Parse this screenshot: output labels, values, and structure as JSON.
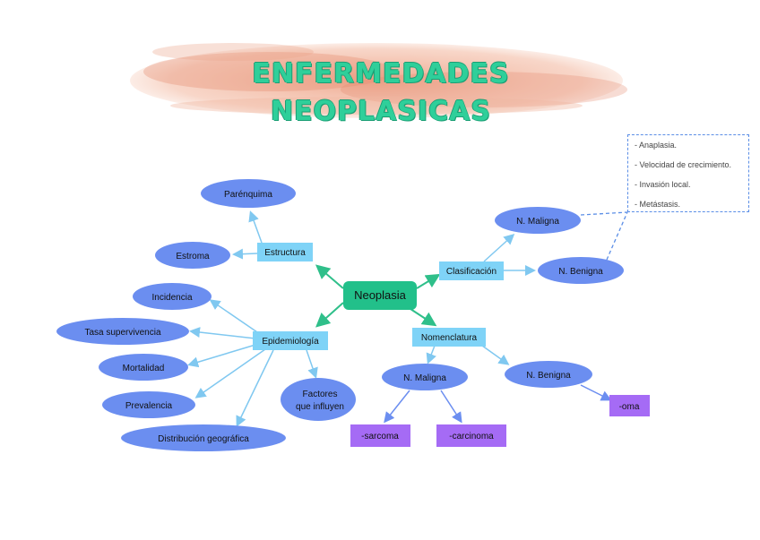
{
  "title": "ENFERMEDADES NEOPLASICAS",
  "center": "Neoplasia",
  "estructura": {
    "label": "Estructura",
    "children": [
      "Parénquima",
      "Estroma"
    ]
  },
  "epidemiologia": {
    "label": "Epidemiología",
    "children": [
      "Incidencia",
      "Tasa supervivencia",
      "Mortalidad",
      "Prevalencia",
      "Distribución geográfica",
      "Factores",
      "que influyen"
    ]
  },
  "clasificacion": {
    "label": "Clasificación",
    "children": [
      "N. Maligna",
      "N. Benigna"
    ],
    "criteria": [
      "- Anaplasia.",
      "- Velocidad de crecimiento.",
      "- Invasión local.",
      "- Metástasis."
    ]
  },
  "nomenclatura": {
    "label": "Nomenclatura",
    "maligna": "N. Maligna",
    "benigna": "N. Benigna",
    "suffixes": [
      "-sarcoma",
      "-carcinoma",
      "-oma"
    ]
  },
  "colors": {
    "center": "#22c08a",
    "rect": "#7fd3f7",
    "ellipse": "#6b8ef0",
    "suffix": "#a56bf5",
    "arrow_center": "#2fbf8a",
    "arrow_branch": "#80c8f0",
    "arrow_nomen": "#6b8ef0"
  }
}
